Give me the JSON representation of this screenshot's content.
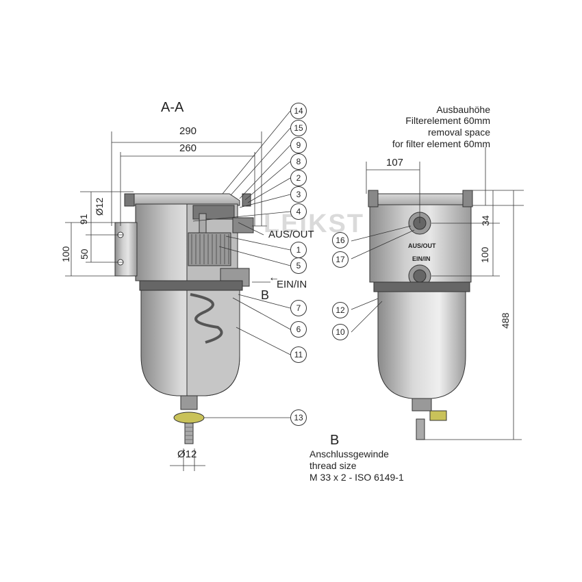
{
  "section_title": "A-A",
  "detail_label_b_small": "B",
  "detail_title_b": "B",
  "dimensions": {
    "width_290": "290",
    "width_260": "260",
    "dia_12_hex": "Ø12",
    "h_91": "91",
    "h_100_left": "100",
    "h_50": "50",
    "dia_12_hose": "Ø12",
    "w_107": "107",
    "h_34": "34",
    "h_100_right": "100",
    "h_488": "488"
  },
  "port_labels": {
    "out": "AUS/OUT",
    "in": "EIN/IN",
    "out_housing": "AUS/OUT",
    "in_housing": "EIN/IN"
  },
  "removal_note": [
    "Ausbauhöhe",
    "Filterelement 60mm",
    "removal space",
    "for filter element 60mm"
  ],
  "thread_note": [
    "Anschlussgewinde",
    "thread size",
    "M 33 x 2 - ISO 6149-1"
  ],
  "callouts": [
    "14",
    "15",
    "9",
    "8",
    "2",
    "3",
    "4",
    "1",
    "5",
    "7",
    "6",
    "11",
    "13",
    "16",
    "17",
    "12",
    "10"
  ],
  "watermark": "LEIKST"
}
